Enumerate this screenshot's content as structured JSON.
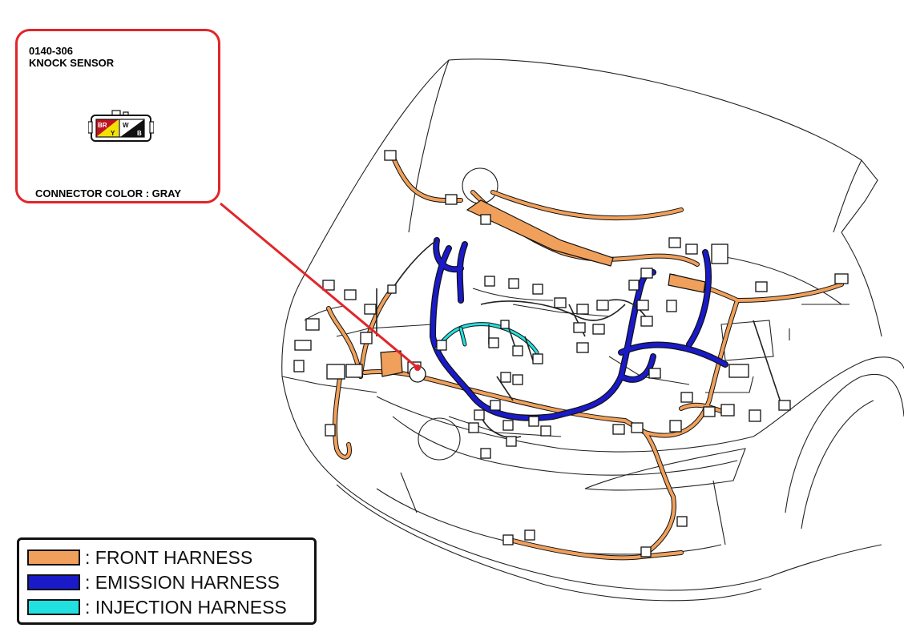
{
  "callout": {
    "code": "0140-306",
    "name": "KNOCK SENSOR",
    "connector_color_text": "CONNECTOR COLOR : GRAY",
    "pins": [
      "BR",
      "Y",
      "W",
      "B"
    ],
    "border_color": "#e0262b"
  },
  "colors": {
    "front": "#f0a05a",
    "emission": "#1a1ac8",
    "injection": "#22e0e0",
    "leader": "#e0262b",
    "line": "#111111"
  },
  "legend": [
    {
      "label": ": FRONT HARNESS",
      "color": "#f0a05a"
    },
    {
      "label": ": EMISSION HARNESS",
      "color": "#1a1ac8"
    },
    {
      "label": ": INJECTION HARNESS",
      "color": "#22e0e0"
    }
  ]
}
